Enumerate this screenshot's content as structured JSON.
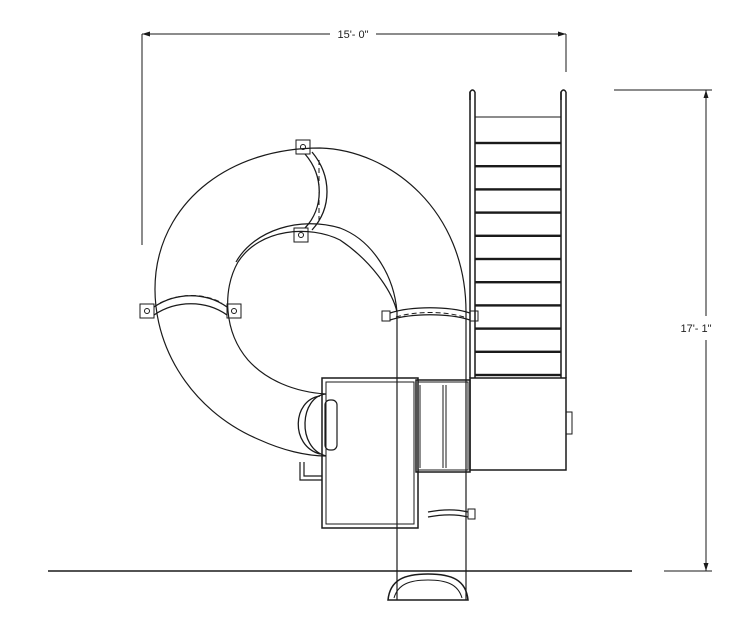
{
  "dimensions": {
    "width_label": "15'- 0\"",
    "height_label": "17'- 1\""
  },
  "ladder": {
    "rungs": 11
  },
  "colors": {
    "line": "#1a1a1a",
    "background": "#ffffff"
  }
}
